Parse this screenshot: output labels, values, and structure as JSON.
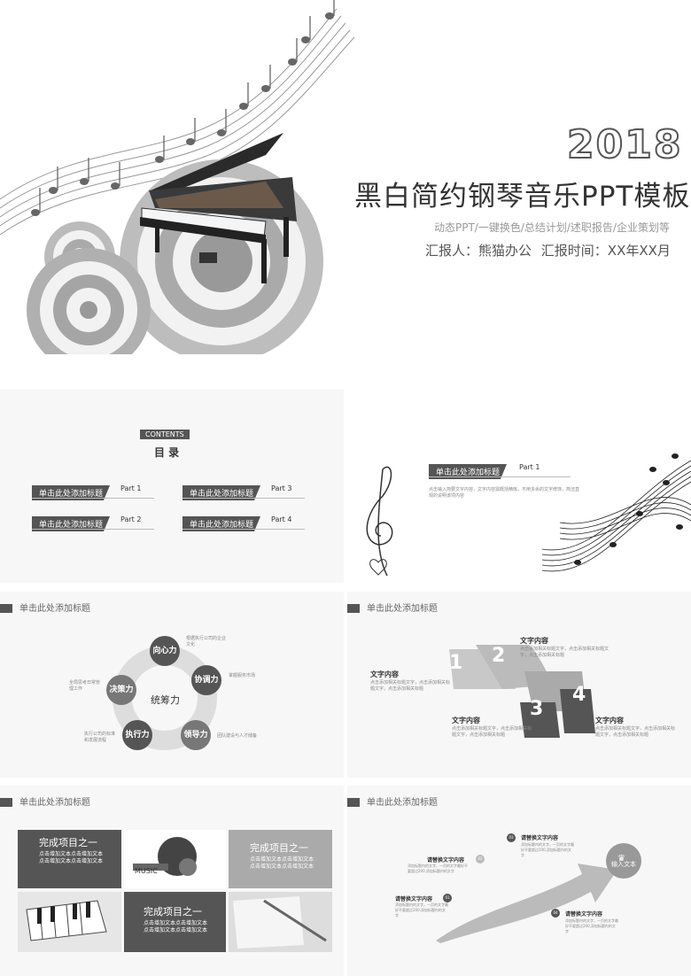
{
  "cover": {
    "year": "2018",
    "title": "黑白简约钢琴音乐PPT模板",
    "subtitle": "动态PPT/一键换色/总结计划/述职报告/企业策划等",
    "reporter": "汇报人：熊猫办公",
    "report_time": "汇报时间：XX年XX月"
  },
  "toc": {
    "contents_tag": "CONTENTS",
    "title": "目 录",
    "items": [
      {
        "label": "单击此处添加标题",
        "part": "Part 1"
      },
      {
        "label": "单击此处添加标题",
        "part": "Part 3"
      },
      {
        "label": "单击此处添加标题",
        "part": "Part 2"
      },
      {
        "label": "单击此处添加标题",
        "part": "Part 4"
      }
    ]
  },
  "part1": {
    "label": "单击此处添加标题",
    "part": "Part 1",
    "body": "点击输入简要文字内容，文字内容需概括精炼，不用多余的文字修饰，简洁直观的说明该项内容"
  },
  "slide_header": "单击此处添加标题",
  "cycle": {
    "center": "统筹力",
    "nodes": [
      "向心力",
      "协调力",
      "领导力",
      "执行力",
      "决策力"
    ],
    "notes": [
      "根据执行公司的企业文化",
      "掌握服务市场",
      "团队建设与人才储备",
      "执行公司的标准和发展流程",
      "全局思考日常管理工作"
    ]
  },
  "steps": {
    "numbers": [
      "1",
      "2",
      "3",
      "4"
    ],
    "items": [
      {
        "title": "文字内容",
        "text": "点击添加相关标题文字，点击添加相关标题文字，点击添加相关标题"
      },
      {
        "title": "文字内容",
        "text": "点击添加相关标题文字，点击添加相关标题文字，点击添加相关标题"
      },
      {
        "title": "文字内容",
        "text": "点击添加相关标题文字，点击添加相关标题文字，点击添加相关标题"
      },
      {
        "title": "文字内容",
        "text": "点击添加相关标题文字，点击添加相关标题文字，点击添加相关标题"
      }
    ]
  },
  "gallery": {
    "tiles": [
      {
        "title": "完成项目之一",
        "line1": "点击增加文本点击增加文本",
        "line2": "点击增加文本点击增加文本"
      },
      {
        "title": "完成项目之一",
        "line1": "点击增加文本点击增加文本",
        "line2": "点击增加文本点击增加文本"
      },
      {
        "title": "完成项目之一",
        "line1": "点击增加文本点击增加文本",
        "line2": "点击增加文本点击增加文本"
      }
    ],
    "music_word": "MUSIC"
  },
  "arrow": {
    "badge": "输入文本",
    "points": [
      {
        "num": "01",
        "title": "请替换文字内容",
        "text": "添加标题内的文字，一页的文字最好不要超过200,添加标题内的文字"
      },
      {
        "num": "02",
        "title": "请替换文字内容",
        "text": "添加标题内的文字，一页的文字最好不要超过200,添加标题内的文字"
      },
      {
        "num": "03",
        "title": "请替换文字内容",
        "text": "添加标题内的文字，一页的文字最好不要超过200,添加标题内的文字"
      },
      {
        "num": "04",
        "title": "请替换文字内容",
        "text": "添加标题内的文字，一页的文字最好不要超过200,添加标题内的文字"
      }
    ]
  }
}
